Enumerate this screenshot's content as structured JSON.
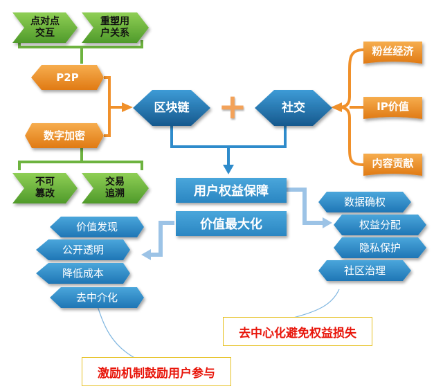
{
  "colors": {
    "green": "#6db33f",
    "green_dark": "#3c8a1c",
    "orange": "#f0902a",
    "blue": "#2e8bcb",
    "blue_dark": "#1d5f95",
    "connector_blue": "#9cc3e6",
    "highlight_text": "#e8150a",
    "highlight_border": "#e6c020"
  },
  "top_left": {
    "p2p_features": [
      "点对点\n交互",
      "重塑用\n户关系"
    ],
    "crypto_features": [
      "不可\n篡改",
      "交易\n追溯"
    ],
    "p2p": "P2P",
    "crypto": "数字加密"
  },
  "center": {
    "blockchain": "区块链",
    "plus": "+",
    "social": "社交"
  },
  "right_group": {
    "items": [
      "粉丝经济",
      "IP价值",
      "内容贡献"
    ]
  },
  "middle": {
    "user_rights": "用户权益保障",
    "value_max": "价值最大化"
  },
  "left_list": {
    "items": [
      "价值发现",
      "公开透明",
      "降低成本",
      "去中介化"
    ],
    "highlight": "激励机制鼓励用户参与"
  },
  "right_list": {
    "items": [
      "数据确权",
      "权益分配",
      "隐私保护",
      "社区治理"
    ],
    "highlight": "去中心化避免权益损失"
  }
}
